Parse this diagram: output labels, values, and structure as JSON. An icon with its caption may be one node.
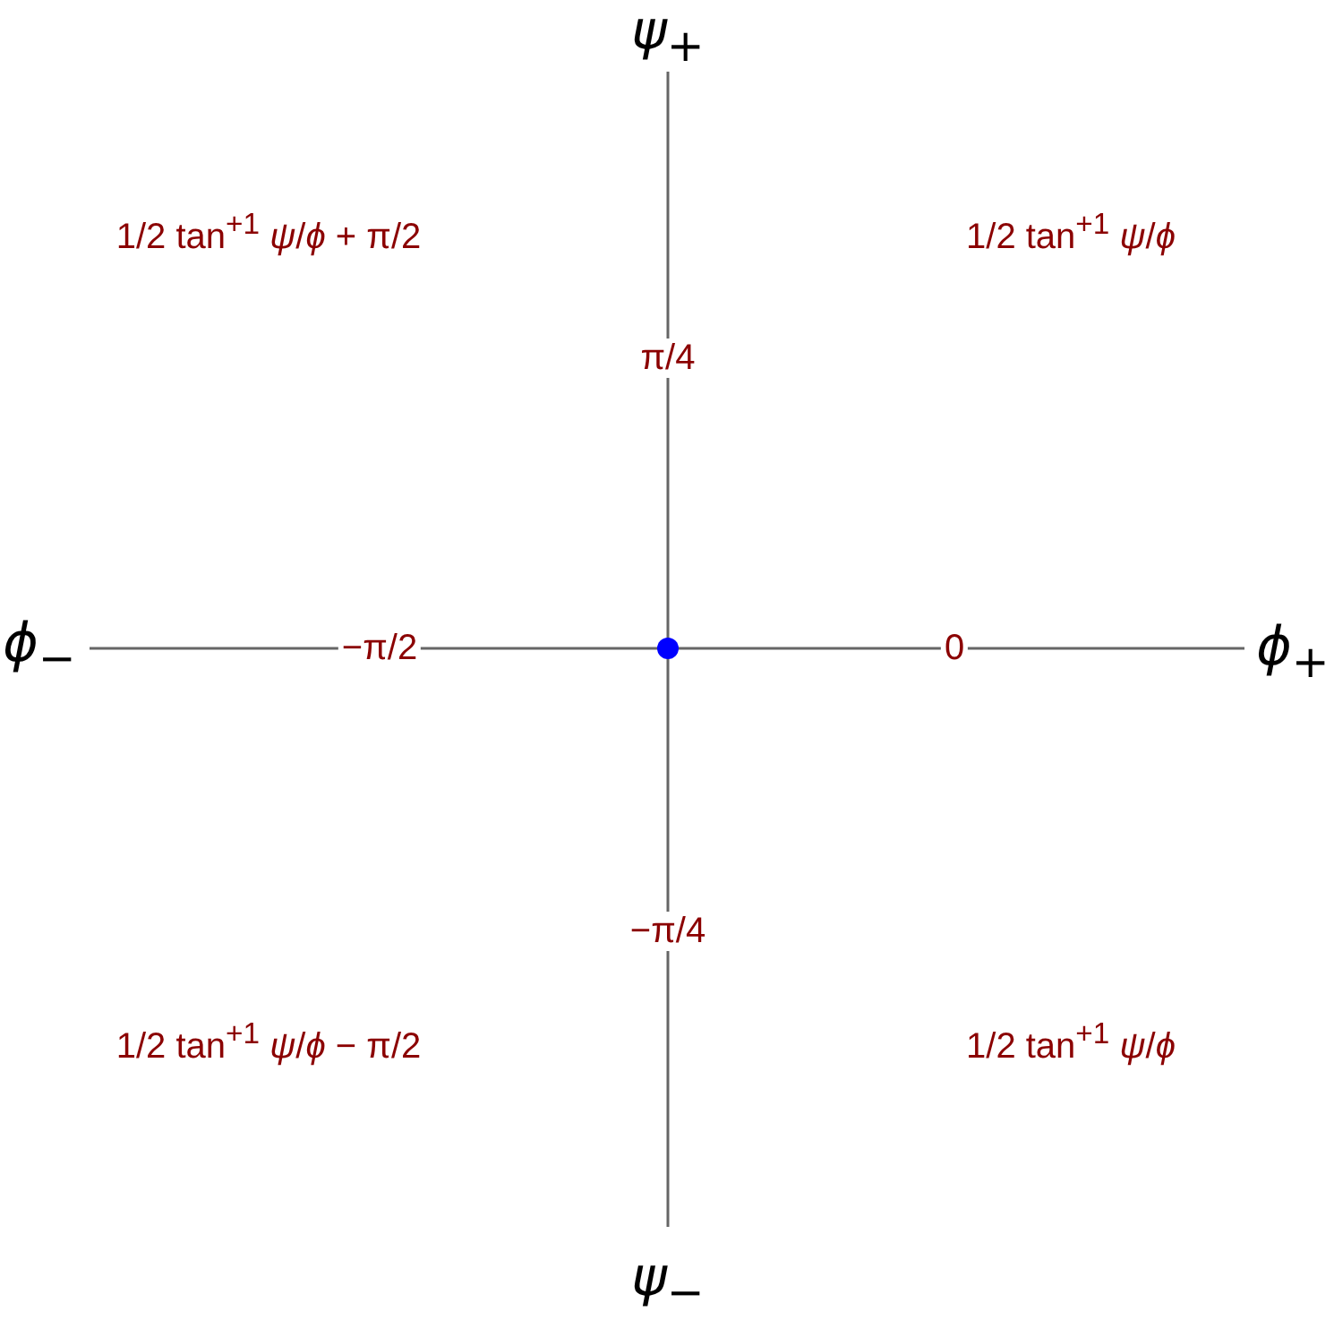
{
  "diagram": {
    "labels": [
      "ψ$_{+}$",
      "1/2 tan$^{+1}$ *ψ*/*ϕ* + π/2",
      "1/2 tan$^{+1}$ *ψ*/*ϕ*",
      "π/4",
      "ϕ$_{−}$",
      "−π/2",
      "0",
      "ϕ$_{+}$",
      "−π/4",
      "1/2 tan$^{+1}$ *ψ*/*ϕ* − π/2",
      "1/2 tan$^{+1}$ *ψ*/*ϕ*",
      "ψ$_{−}$"
    ]
  }
}
